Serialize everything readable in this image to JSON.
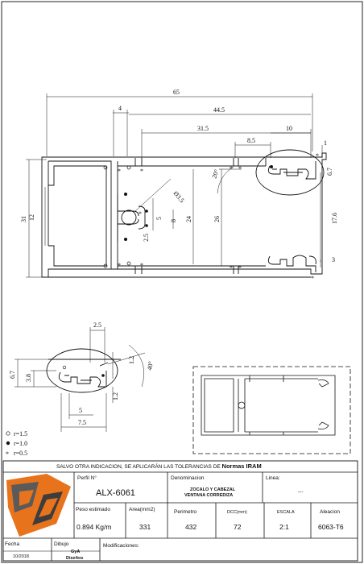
{
  "drawing": {
    "main_dims": {
      "d65": "65",
      "d4": "4",
      "d44_5": "44.5",
      "d31_5": "31.5",
      "d8_5": "8.5",
      "d10": "10",
      "d1": "1",
      "d6_7": "6.7",
      "d20deg": "20°",
      "d3_5": "Ø3.5",
      "d26": "26",
      "d24": "24",
      "d17_6": "17.6",
      "d31": "31",
      "d12": "12",
      "d5": "5",
      "d8": "8",
      "d2_5": "2.5",
      "d3": "3"
    },
    "detail_dims": {
      "d2_5": "2.5",
      "d1_2a": "1.2",
      "d40deg": "40°",
      "d6_7": "6.7",
      "d3_8": "3.8",
      "d1_2b": "1.2",
      "d5": "5",
      "d7_5": "7.5"
    },
    "legend": [
      {
        "symbol": "o",
        "text": "r=1.5"
      },
      {
        "symbol": "•",
        "text": "r=1.0"
      },
      {
        "symbol": "*",
        "text": "r=0.5"
      }
    ]
  },
  "title_block": {
    "tolerance_note_prefix": "SALVO OTRA INDICACION, SE APLICARÁN LAS TOLERANCIAS DE ",
    "tolerance_note_bold": "Normas IRAM",
    "perfil_label": "Perfil  N°",
    "perfil_value": "ALX-6061",
    "denominacion_label": "Denominacion",
    "denominacion_line1": "ZOCALO Y CABEZAL",
    "denominacion_line2": "VENTANA CORREDIZA",
    "linea_label": "Linea:",
    "linea_value": "---",
    "peso_label": "Peso  estimado",
    "peso_value": "0.894 Kg/m",
    "area_label": "Area(mm2)",
    "area_value": "331",
    "perimetro_label": "Perimetro",
    "perimetro_value": "432",
    "dcc_label": "DCC(mm)",
    "dcc_value": "72",
    "escala_label": "ESCALA",
    "escala_value": "2:1",
    "aleacion_label": "Aleacion",
    "aleacion_value": "6063-T6",
    "fecha_label": "Fecha",
    "fecha_value": "10/2018",
    "dibujo_label": "Dibujo",
    "dibujo_value_1": "GyA",
    "dibujo_value_2": "Diseños",
    "modificaciones_label": "Modificaciones:"
  },
  "colors": {
    "logo_orange": "#e8731d",
    "logo_dark": "#5a5a5a"
  }
}
